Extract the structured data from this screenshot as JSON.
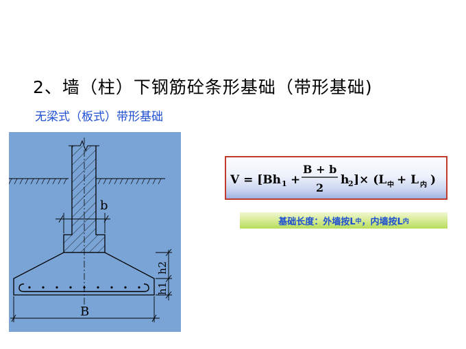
{
  "title": "2、墙（柱）下钢筋砼条形基础（带形基础)",
  "subtitle": "无梁式（板式）带形基础",
  "diagram": {
    "label_b": "b",
    "label_B": "B",
    "label_h1": "h1",
    "label_h2": "h2",
    "colors": {
      "background": "#7aa3d6",
      "line": "#000000",
      "fill": "#ffffff"
    }
  },
  "formula": {
    "v_prefix": "V = [Bh",
    "sub_1": "1",
    "plus": "+",
    "numerator": "B + b",
    "denominator": "2",
    "h": "h",
    "sub_2": "2",
    "close_times": "]× (L",
    "sub_mid": "中",
    "plus2": "+ L",
    "sub_in": "内",
    "close": ")",
    "border_color": "#c0392b"
  },
  "note": {
    "prefix": "基础长度：外墙按L",
    "sub_mid": "中",
    "middle": "，内墙按L",
    "sub_in": "内",
    "text_color": "#1f4fd1"
  }
}
